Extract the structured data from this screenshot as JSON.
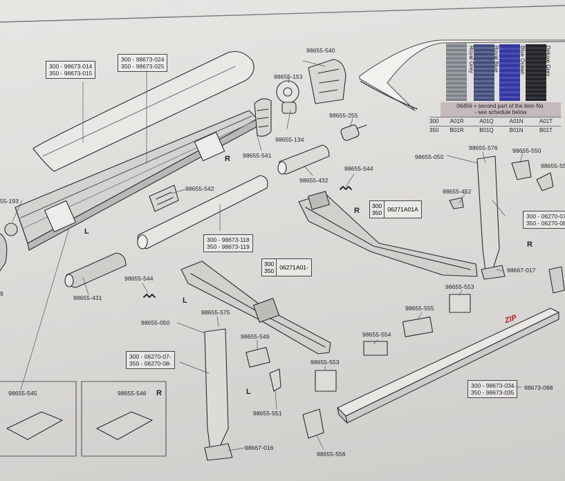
{
  "colours": {
    "title": "06456 + second part of the item No.",
    "subtitle": "- see schedule below",
    "swatches": [
      {
        "name": "Royal Grey",
        "hex": "#8a8d93"
      },
      {
        "name": "Royal Blue",
        "hex": "#4d5a86"
      },
      {
        "name": "Blue Ocean",
        "hex": "#3b3fa5"
      },
      {
        "name": "Deluxe Grey",
        "hex": "#2b2c31"
      }
    ],
    "rows": [
      {
        "size": "300",
        "codes": [
          "A01R",
          "A01Q",
          "A01N",
          "A01T"
        ]
      },
      {
        "size": "350",
        "codes": [
          "B01R",
          "B01Q",
          "B01N",
          "B01T"
        ]
      }
    ]
  },
  "boxes": {
    "front_bar": {
      "l1": "300 - 98673-014",
      "l2": "350 - 98673-015"
    },
    "cover_profile": {
      "l1": "300 - 98673-024",
      "l2": "350 - 98673-025"
    },
    "roller_tube": {
      "l1": "300 - 98673-118",
      "l2": "350 - 98673-119"
    },
    "arm_right": {
      "s1": "300",
      "s2": "350",
      "code": "06271A01A"
    },
    "arm_left": {
      "s1": "300",
      "s2": "350",
      "code": "06271A01-"
    },
    "leg_left": {
      "l1": "300 - 06270-07-",
      "l2": "350 - 06270-08-"
    },
    "leg_right": {
      "l1": "300 - 06270-07",
      "l2": "350 - 06270-08"
    },
    "lead_rail": {
      "l1": "300 - 98673-034",
      "l2": "350 - 98673-035"
    }
  },
  "labels": {
    "p540": "98655-540",
    "p153": "98655-153",
    "p255": "98655-255",
    "p134": "98655-134",
    "p541": "98655-541",
    "p432": "98655-432",
    "p544a": "98655-544",
    "p542": "98655-542",
    "p193": "55-193",
    "p431": "98655-431",
    "p544b": "98655-544",
    "p050a": "98655-050",
    "p576": "98655-576",
    "p550": "98655-550",
    "p55_edge": "98655-55",
    "p452": "98655-452",
    "p017": "98667-017",
    "p553a": "98655-553",
    "p555": "98655-555",
    "p554": "98655-554",
    "p575": "98655-575",
    "p050b": "98655-050",
    "p549": "98655-549",
    "p553b": "98655-553",
    "p551": "98655-551",
    "p556": "98655-556",
    "p016": "98667-016",
    "p545": "98655-545",
    "p546": "98655-546",
    "p098": "98673-098",
    "edge9": "9"
  },
  "sides": {
    "r1": "R",
    "r2": "R",
    "r3": "R",
    "r4": "R",
    "l1": "L",
    "l2": "L",
    "l3": "L"
  },
  "brand": {
    "zip": "ZIP"
  }
}
